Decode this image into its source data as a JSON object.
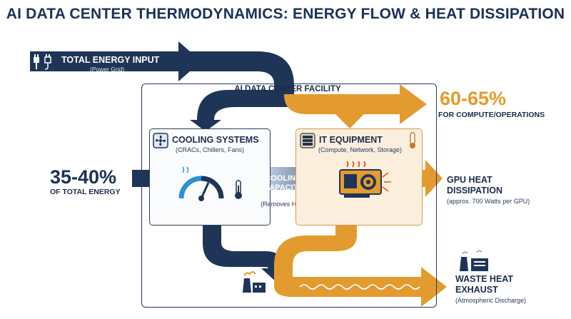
{
  "title": "AI DATA CENTER THERMODYNAMICS: ENERGY FLOW & HEAT DISSIPATION",
  "energy_input": {
    "label": "TOTAL ENERGY INPUT",
    "sub": "(Power Grid)"
  },
  "facility": {
    "label": "AI DATA CENTER FACILITY"
  },
  "compute_share": {
    "value": "60-65%",
    "label": "FOR COMPUTE/OPERATIONS"
  },
  "cooling_share": {
    "value": "35-40%",
    "label": "OF TOTAL ENERGY"
  },
  "cooling_systems": {
    "label": "COOLING SYSTEMS",
    "sub": "(CRACs, Chillers, Fans)"
  },
  "it_equipment": {
    "label": "IT EQUIPMENT",
    "sub": "(Compute, Network, Storage)"
  },
  "cooling_capacity": {
    "line1": "COOLING",
    "line2": "CAPACITY",
    "sub": "(Removes Heat)"
  },
  "gpu_heat": {
    "line1": "GPU HEAT",
    "line2": "DISSIPATION",
    "sub": "(approx. 700 Watts per GPU)"
  },
  "waste_heat": {
    "line1": "WASTE HEAT",
    "line2": "EXHAUST",
    "sub": "(Atmospheric Discharge)"
  },
  "colors": {
    "navy": "#1f3557",
    "orange": "#e39b2f",
    "light_blue": "#9fb3cc",
    "panel_orange": "#fbeedd"
  },
  "icons": [
    "plug-icon",
    "fan-icon",
    "gauge-icon",
    "thermometer-icon",
    "server-icon",
    "gpu-card-icon",
    "factory-icon"
  ]
}
